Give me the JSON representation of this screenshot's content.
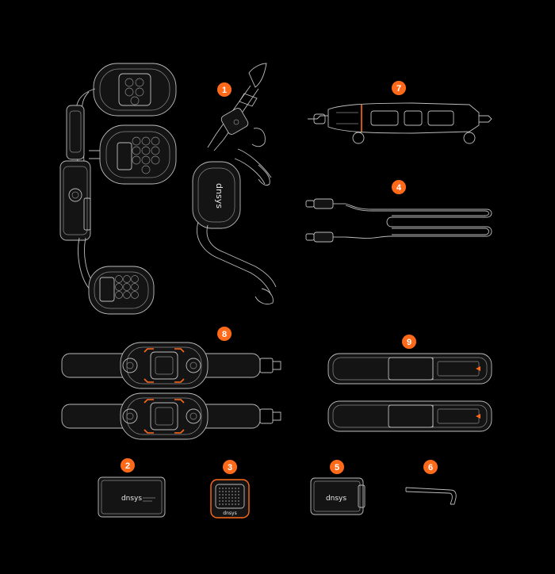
{
  "accent_color": "#ff6a1a",
  "background_color": "#000000",
  "components": [
    {
      "number": "1",
      "logo": "dnsys",
      "icon": "exoskeleton-frame-icon"
    },
    {
      "number": "2",
      "logo": "dnsys",
      "icon": "battery-pack-icon"
    },
    {
      "number": "3",
      "logo": "dnsys",
      "icon": "charger-icon"
    },
    {
      "number": "4",
      "icon": "usb-c-cable-icon"
    },
    {
      "number": "5",
      "logo": "dnsys",
      "icon": "spare-battery-icon"
    },
    {
      "number": "6",
      "icon": "hex-key-icon"
    },
    {
      "number": "7",
      "icon": "strut-icon"
    },
    {
      "number": "8",
      "icon": "leg-strap-icon"
    },
    {
      "number": "9",
      "icon": "storage-pouch-icon"
    }
  ]
}
